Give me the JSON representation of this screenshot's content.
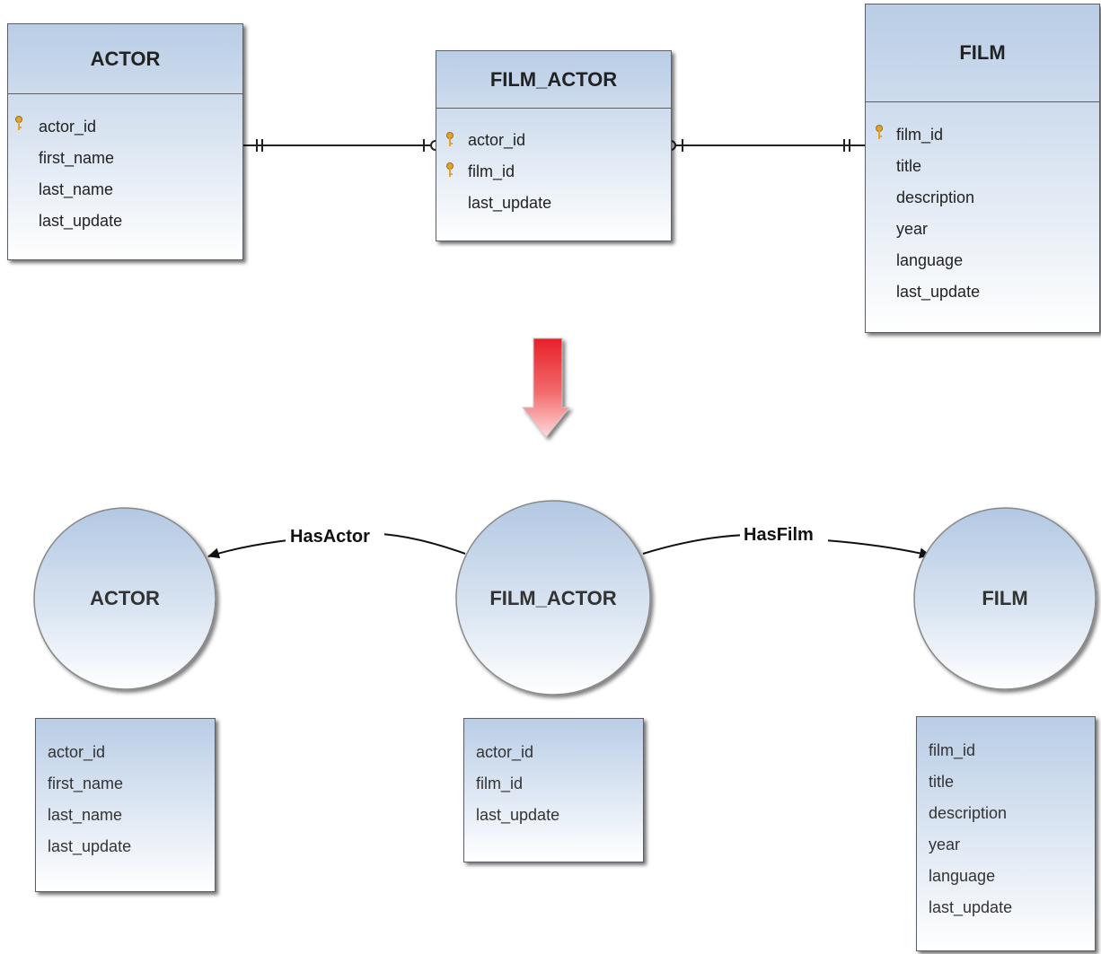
{
  "er": {
    "actor": {
      "title": "ACTOR",
      "fields": [
        "actor_id",
        "first_name",
        "last_name",
        "last_update"
      ]
    },
    "film_actor": {
      "title": "FILM_ACTOR",
      "fields": [
        "actor_id",
        "film_id",
        "last_update"
      ]
    },
    "film": {
      "title": "FILM",
      "fields": [
        "film_id",
        "title",
        "description",
        "year",
        "language",
        "last_update"
      ]
    }
  },
  "graph": {
    "nodes": {
      "actor": "ACTOR",
      "film_actor": "FILM_ACTOR",
      "film": "FILM"
    },
    "edges": {
      "has_actor": "HasActor",
      "has_film": "HasFilm"
    },
    "actor_attrs": [
      "actor_id",
      "first_name",
      "last_name",
      "last_update"
    ],
    "film_actor_attrs": [
      "actor_id",
      "film_id",
      "last_update"
    ],
    "film_attrs": [
      "film_id",
      "title",
      "description",
      "year",
      "language",
      "last_update"
    ]
  },
  "colors": {
    "entity_top": "#b9cde6",
    "arrow_red": "#e8202a",
    "key_gold": "#e0a530"
  }
}
